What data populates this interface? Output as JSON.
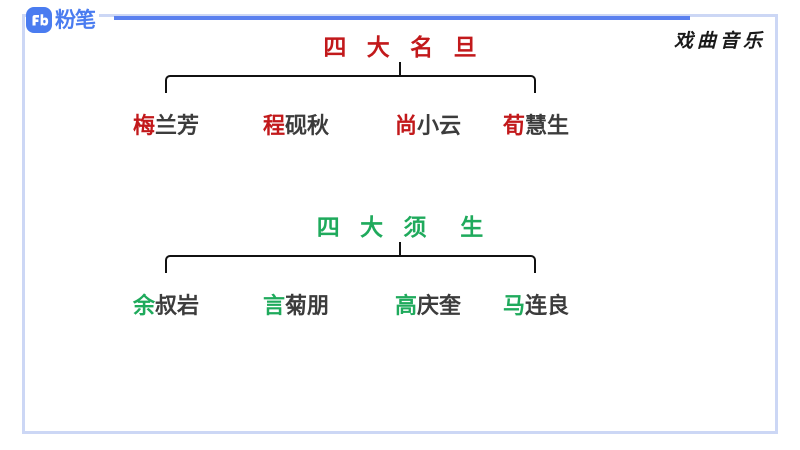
{
  "brand": {
    "mark": "fb-logo-icon",
    "name": "粉笔",
    "accent": "#5a80ef"
  },
  "corner": {
    "title": "戏曲音乐"
  },
  "frame": {
    "border_color": "#ccd7f5"
  },
  "groups": [
    {
      "id": "four-great-dan",
      "title": "四 大 名 旦",
      "color": "#c2191b",
      "lead_class": "red-lead",
      "members": [
        {
          "lead": "梅",
          "rest": "兰芳"
        },
        {
          "lead": "程",
          "rest": "砚秋"
        },
        {
          "lead": "尚",
          "rest": "小云"
        },
        {
          "lead": "荀",
          "rest": "慧生"
        }
      ]
    },
    {
      "id": "four-great-laosheng",
      "title": "四 大 须  生",
      "color": "#1faa5c",
      "lead_class": "green-lead",
      "members": [
        {
          "lead": "余",
          "rest": "叔岩"
        },
        {
          "lead": "言",
          "rest": "菊朋"
        },
        {
          "lead": "高",
          "rest": "庆奎"
        },
        {
          "lead": "马",
          "rest": "连良"
        }
      ]
    }
  ],
  "colors": {
    "name_text": "#3c3c3c",
    "bracket": "#111111"
  }
}
